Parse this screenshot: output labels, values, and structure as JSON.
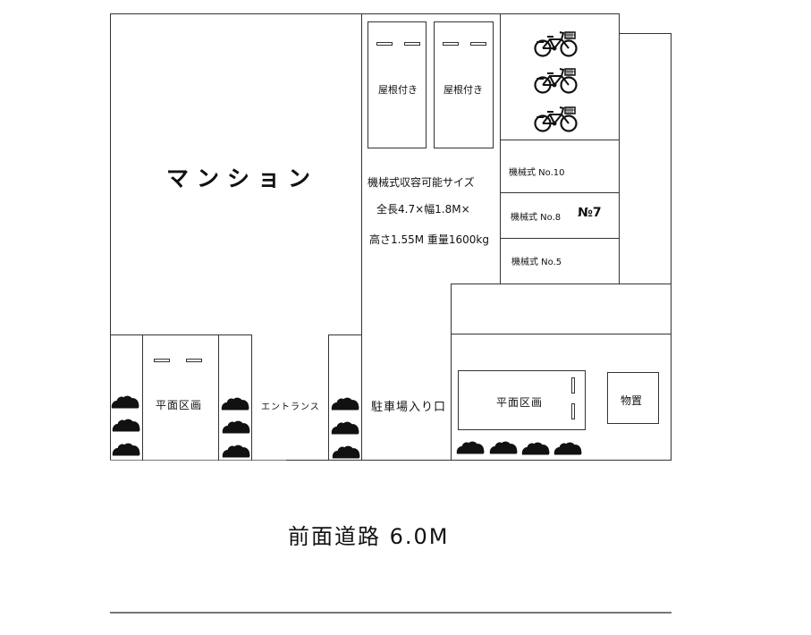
{
  "plan": {
    "building_label": "マンション",
    "roofed_bays": [
      {
        "label": "屋根付き"
      },
      {
        "label": "屋根付き"
      }
    ],
    "mechanical_spec": {
      "line1": "機械式収容可能サイズ",
      "line2": "全長4.7×幅1.8M×",
      "line3": "高さ1.55M 重量1600kg"
    },
    "mechanical_slots": [
      {
        "label": "機械式 No.10"
      },
      {
        "label": "機械式 No.8",
        "badge": "№7"
      },
      {
        "label": "機械式 No.5"
      }
    ],
    "bicycle_parking": {
      "icon": "bicycle-icon",
      "count": 3
    },
    "left_flat_parking": {
      "label": "平面区画"
    },
    "entrance": {
      "label": "エントランス"
    },
    "parking_entrance": {
      "label": "駐車場入り口"
    },
    "right_flat_parking": {
      "label": "平面区画"
    },
    "storage": {
      "label": "物置"
    },
    "shrubs": {
      "icon": "shrub-icon"
    },
    "road": {
      "label": "前面道路 6.0M"
    }
  },
  "colors": {
    "line": "#333333",
    "fill": "#111111",
    "background": "#ffffff"
  }
}
